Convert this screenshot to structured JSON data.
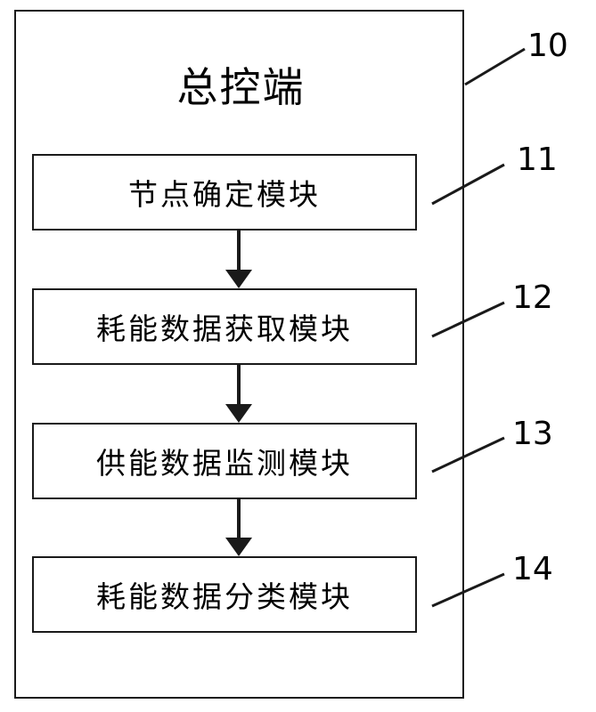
{
  "diagram": {
    "title": "总控端",
    "modules": [
      {
        "label": "节点确定模块",
        "ref": "11"
      },
      {
        "label": "耗能数据获取模块",
        "ref": "12"
      },
      {
        "label": "供能数据监测模块",
        "ref": "13"
      },
      {
        "label": "耗能数据分类模块",
        "ref": "14"
      }
    ],
    "outer_ref": "10",
    "line_color": "#1a1a1a"
  }
}
